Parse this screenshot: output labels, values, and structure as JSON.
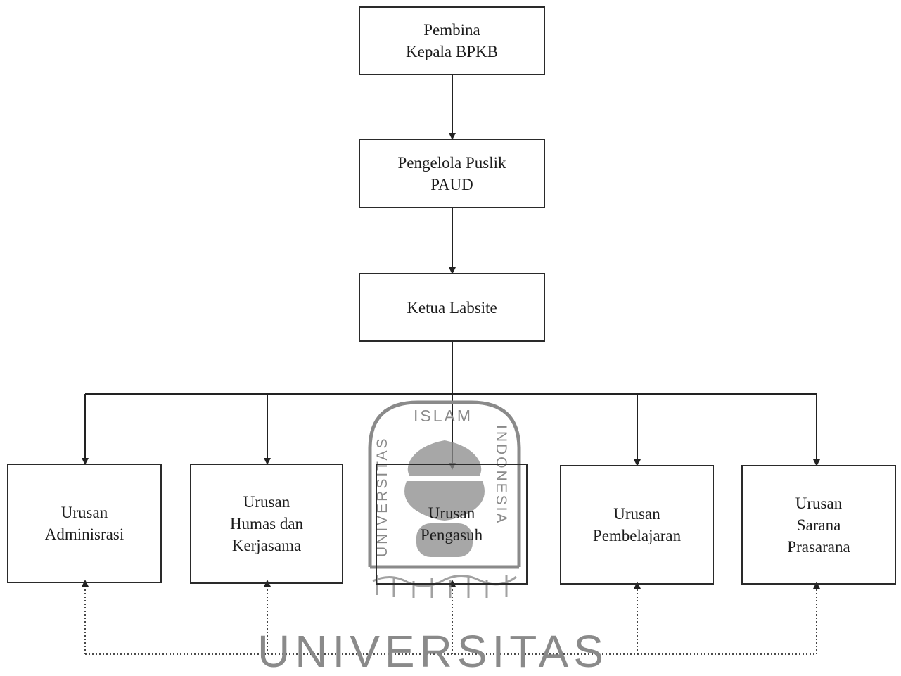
{
  "org_chart": {
    "pembina": "Pembina\nKepala BPKB",
    "pengelola": "Pengelola Puslik\nPAUD",
    "ketua": "Ketua Labsite",
    "urusan": [
      {
        "key": "administrasi",
        "label": "Urusan\nAdminisrasi"
      },
      {
        "key": "humas",
        "label": "Urusan\nHumas dan\nKerjasama"
      },
      {
        "key": "pengasuh",
        "label": "Urusan\nPengasuh"
      },
      {
        "key": "pembelajaran",
        "label": "Urusan\nPembelajaran"
      },
      {
        "key": "sarana",
        "label": "Urusan\nSarana\nPrasarana"
      }
    ]
  },
  "watermark": {
    "top_word": "ISLAM",
    "left_word": "UNIVERSITAS",
    "right_word": "INDONESIA",
    "bottom_word": "UNIVERSITAS",
    "logo_icon": "universitas-islam-indonesia-logo",
    "color": "#8a8a8a"
  }
}
